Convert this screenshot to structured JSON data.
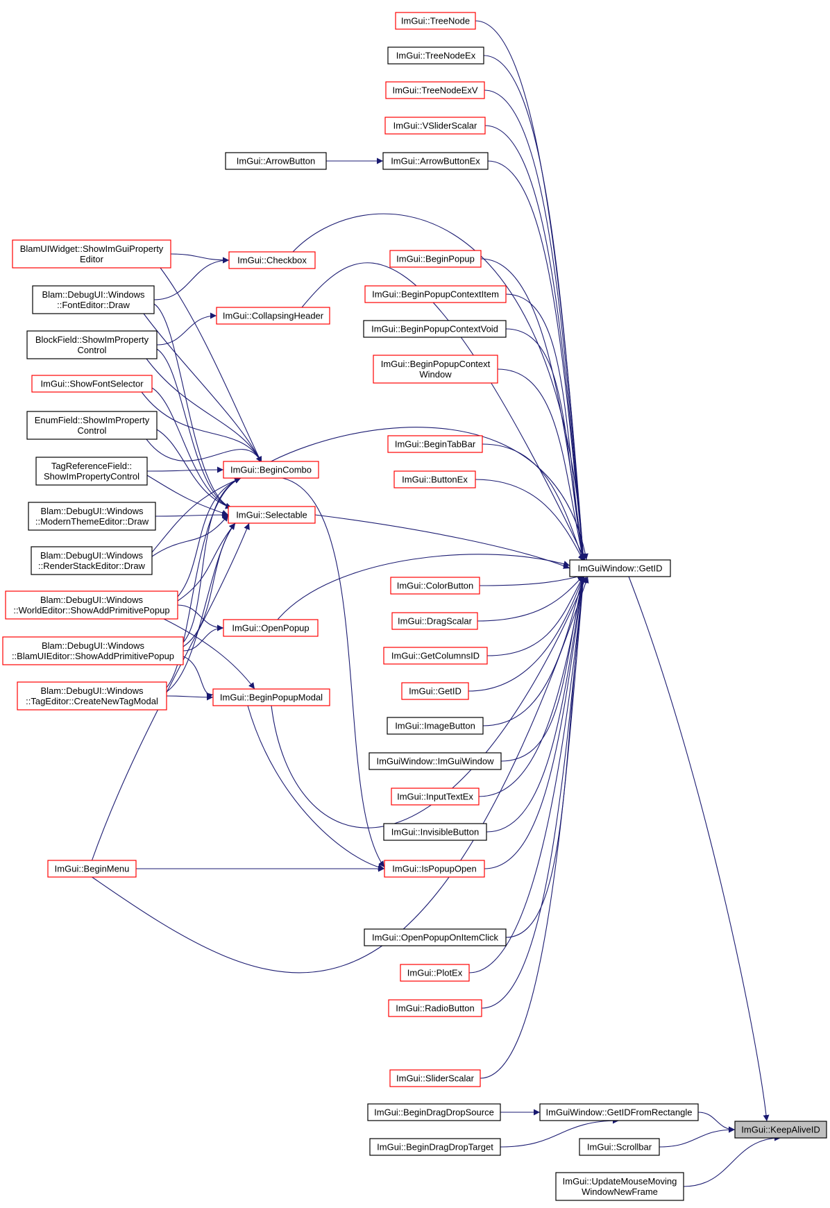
{
  "diagram": {
    "title": "",
    "focus_node": "ImGui::KeepAliveID",
    "colors": {
      "edge": "#191970",
      "border_documented": "#000000",
      "border_truncated": "#ff0000",
      "focus_fill": "#bfbfbf"
    },
    "nodes": [
      {
        "id": "treenode",
        "lines": [
          "ImGui::TreeNode"
        ],
        "style": "red"
      },
      {
        "id": "treenodeex",
        "lines": [
          "ImGui::TreeNodeEx"
        ],
        "style": "black"
      },
      {
        "id": "treenodeexv",
        "lines": [
          "ImGui::TreeNodeExV"
        ],
        "style": "red"
      },
      {
        "id": "vsliderscalar",
        "lines": [
          "ImGui::VSliderScalar"
        ],
        "style": "red"
      },
      {
        "id": "arrowbutton",
        "lines": [
          "ImGui::ArrowButton"
        ],
        "style": "black"
      },
      {
        "id": "arrowbuttonex",
        "lines": [
          "ImGui::ArrowButtonEx"
        ],
        "style": "black"
      },
      {
        "id": "blamuiwidget",
        "lines": [
          "BlamUIWidget::ShowImGuiProperty",
          "Editor"
        ],
        "style": "red"
      },
      {
        "id": "checkbox",
        "lines": [
          "ImGui::Checkbox"
        ],
        "style": "red"
      },
      {
        "id": "fonteditor",
        "lines": [
          "Blam::DebugUI::Windows",
          "::FontEditor::Draw"
        ],
        "style": "black"
      },
      {
        "id": "collapsingheader",
        "lines": [
          "ImGui::CollapsingHeader"
        ],
        "style": "red"
      },
      {
        "id": "blockfield",
        "lines": [
          "BlockField::ShowImProperty",
          "Control"
        ],
        "style": "black"
      },
      {
        "id": "showfontselector",
        "lines": [
          "ImGui::ShowFontSelector"
        ],
        "style": "red"
      },
      {
        "id": "enumfield",
        "lines": [
          "EnumField::ShowImProperty",
          "Control"
        ],
        "style": "black"
      },
      {
        "id": "tagreferencefield",
        "lines": [
          "TagReferenceField::",
          "ShowImPropertyControl"
        ],
        "style": "black"
      },
      {
        "id": "modernthemeeditor",
        "lines": [
          "Blam::DebugUI::Windows",
          "::ModernThemeEditor::Draw"
        ],
        "style": "black"
      },
      {
        "id": "renderstackeditor",
        "lines": [
          "Blam::DebugUI::Windows",
          "::RenderStackEditor::Draw"
        ],
        "style": "black"
      },
      {
        "id": "worldeditor",
        "lines": [
          "Blam::DebugUI::Windows",
          "::WorldEditor::ShowAddPrimitivePopup"
        ],
        "style": "red"
      },
      {
        "id": "blamuieditor",
        "lines": [
          "Blam::DebugUI::Windows",
          "::BlamUIEditor::ShowAddPrimitivePopup"
        ],
        "style": "red"
      },
      {
        "id": "tageditor",
        "lines": [
          "Blam::DebugUI::Windows",
          "::TagEditor::CreateNewTagModal"
        ],
        "style": "red"
      },
      {
        "id": "beginmenu",
        "lines": [
          "ImGui::BeginMenu"
        ],
        "style": "red"
      },
      {
        "id": "begincombo",
        "lines": [
          "ImGui::BeginCombo"
        ],
        "style": "red"
      },
      {
        "id": "selectable",
        "lines": [
          "ImGui::Selectable"
        ],
        "style": "red"
      },
      {
        "id": "openpopup",
        "lines": [
          "ImGui::OpenPopup"
        ],
        "style": "red"
      },
      {
        "id": "beginpopupmodal",
        "lines": [
          "ImGui::BeginPopupModal"
        ],
        "style": "red"
      },
      {
        "id": "beginpopup",
        "lines": [
          "ImGui::BeginPopup"
        ],
        "style": "red"
      },
      {
        "id": "beginpopupcontextitem",
        "lines": [
          "ImGui::BeginPopupContextItem"
        ],
        "style": "red"
      },
      {
        "id": "beginpopupcontextvoid",
        "lines": [
          "ImGui::BeginPopupContextVoid"
        ],
        "style": "black"
      },
      {
        "id": "beginpopupcontextwindow",
        "lines": [
          "ImGui::BeginPopupContext",
          "Window"
        ],
        "style": "red"
      },
      {
        "id": "begintabbar",
        "lines": [
          "ImGui::BeginTabBar"
        ],
        "style": "red"
      },
      {
        "id": "buttonex",
        "lines": [
          "ImGui::ButtonEx"
        ],
        "style": "red"
      },
      {
        "id": "colorbutton",
        "lines": [
          "ImGui::ColorButton"
        ],
        "style": "red"
      },
      {
        "id": "dragscalar",
        "lines": [
          "ImGui::DragScalar"
        ],
        "style": "red"
      },
      {
        "id": "getcolumnsid",
        "lines": [
          "ImGui::GetColumnsID"
        ],
        "style": "red"
      },
      {
        "id": "getid",
        "lines": [
          "ImGui::GetID"
        ],
        "style": "red"
      },
      {
        "id": "imagebutton",
        "lines": [
          "ImGui::ImageButton"
        ],
        "style": "black"
      },
      {
        "id": "imguiwindowctor",
        "lines": [
          "ImGuiWindow::ImGuiWindow"
        ],
        "style": "black"
      },
      {
        "id": "inputtextex",
        "lines": [
          "ImGui::InputTextEx"
        ],
        "style": "red"
      },
      {
        "id": "invisiblebutton",
        "lines": [
          "ImGui::InvisibleButton"
        ],
        "style": "black"
      },
      {
        "id": "ispopupopen",
        "lines": [
          "ImGui::IsPopupOpen"
        ],
        "style": "red"
      },
      {
        "id": "openpopuponitemclick",
        "lines": [
          "ImGui::OpenPopupOnItemClick"
        ],
        "style": "black"
      },
      {
        "id": "plotex",
        "lines": [
          "ImGui::PlotEx"
        ],
        "style": "red"
      },
      {
        "id": "radiobutton",
        "lines": [
          "ImGui::RadioButton"
        ],
        "style": "red"
      },
      {
        "id": "sliderscalar",
        "lines": [
          "ImGui::SliderScalar"
        ],
        "style": "red"
      },
      {
        "id": "begindragdropsource",
        "lines": [
          "ImGui::BeginDragDropSource"
        ],
        "style": "black"
      },
      {
        "id": "begindragdroptarget",
        "lines": [
          "ImGui::BeginDragDropTarget"
        ],
        "style": "black"
      },
      {
        "id": "getidfromrectangle",
        "lines": [
          "ImGuiWindow::GetIDFromRectangle"
        ],
        "style": "black"
      },
      {
        "id": "scrollbar",
        "lines": [
          "ImGui::Scrollbar"
        ],
        "style": "black"
      },
      {
        "id": "updatemousemoving",
        "lines": [
          "ImGui::UpdateMouseMoving",
          "WindowNewFrame"
        ],
        "style": "black"
      },
      {
        "id": "getidwin",
        "lines": [
          "ImGuiWindow::GetID"
        ],
        "style": "black"
      },
      {
        "id": "keepaliveid",
        "lines": [
          "ImGui::KeepAliveID"
        ],
        "style": "focus"
      }
    ]
  }
}
